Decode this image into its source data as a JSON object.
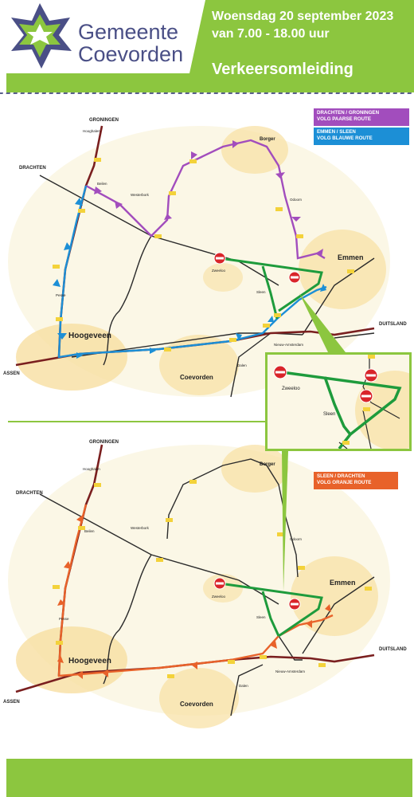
{
  "header": {
    "logo_line1": "Gemeente",
    "logo_line2": "Coevorden",
    "date_line": "Woensdag 20 september 2023",
    "time_line": "van 7.00 - 18.00 uur",
    "title": "Verkeersomleiding"
  },
  "colors": {
    "green": "#8cc63f",
    "purple_route": "#a24dbd",
    "blue_route": "#1c8fd6",
    "orange_route": "#e8622a",
    "closed_road": "#1e9b3c",
    "highway": "#7a1f1f",
    "logo_blue": "#4a4f86"
  },
  "legend_top": {
    "purple": {
      "line1": "DRACHTEN / GRONINGEN",
      "line2": "VOLG PAARSE ROUTE"
    },
    "blue": {
      "line1": "EMMEN / SLEEN",
      "line2": "VOLG BLAUWE ROUTE"
    }
  },
  "legend_bottom": {
    "orange": {
      "line1": "SLEEN / DRACHTEN",
      "line2": "VOLG ORANJE ROUTE"
    }
  },
  "places": {
    "groningen": "GRONINGEN",
    "drachten": "DRACHTEN",
    "assen": "ASSEN",
    "duitsland": "DUITSLAND",
    "hooghalen": "Hooghalen",
    "beilen": "Beilen",
    "westerbork": "Westerbork",
    "pesse": "Pesse",
    "hoogeveen": "Hoogeveen",
    "borger": "Borger",
    "odoorn": "Odoorn",
    "emmen": "Emmen",
    "zweeloo": "Zweeloo",
    "sleen": "Sleen",
    "coevorden": "Coevorden",
    "dalen": "Dalen",
    "nieuw_amsterdam": "Nieuw-Amsterdam"
  }
}
